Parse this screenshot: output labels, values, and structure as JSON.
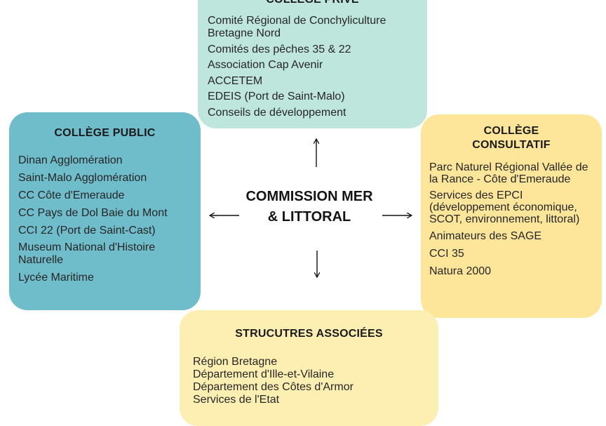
{
  "college_prive": {
    "title": "COLLÈGE PRIVÉ",
    "items": [
      "Comité Régional de Conchyliculture Bretagne Nord",
      "Comités des pêches 35 & 22",
      "Association Cap Avenir",
      "ACCETEM",
      "EDEIS (Port de Saint-Malo)",
      "Conseils de développement"
    ]
  },
  "college_public": {
    "title": "COLLÈGE PUBLIC",
    "items": [
      "Dinan Agglomération",
      "Saint-Malo Agglomération",
      "CC Côte d'Emeraude",
      "CC Pays de Dol Baie du Mont",
      "CCI 22 (Port de Saint-Cast)",
      "Museum National d'Histoire Naturelle",
      "Lycée Maritime"
    ]
  },
  "college_consultatif": {
    "title": "COLLÈGE CONSULTATIF",
    "items": [
      "Parc Naturel Régional Vallée de la Rance - Côte d'Emeraude",
      "Services des EPCI (développement économique, SCOT, environnement, littoral)",
      "Animateurs des SAGE",
      "CCI 35",
      "Natura 2000"
    ]
  },
  "structures_associees": {
    "title": "STRUCUTRES ASSOCIÉES",
    "items": [
      "Région Bretagne",
      "Département d'Ille-et-Vilaine",
      "Département des Côtes d'Armor",
      "Services de l'Etat"
    ]
  },
  "center": {
    "line1": "COMMISSION MER",
    "line2": "& LITTORAL"
  },
  "colors": {
    "prive": "#bfe6dd",
    "public": "#6fbccb",
    "consultatif": "#fde69a",
    "associees": "#fdefb2"
  }
}
